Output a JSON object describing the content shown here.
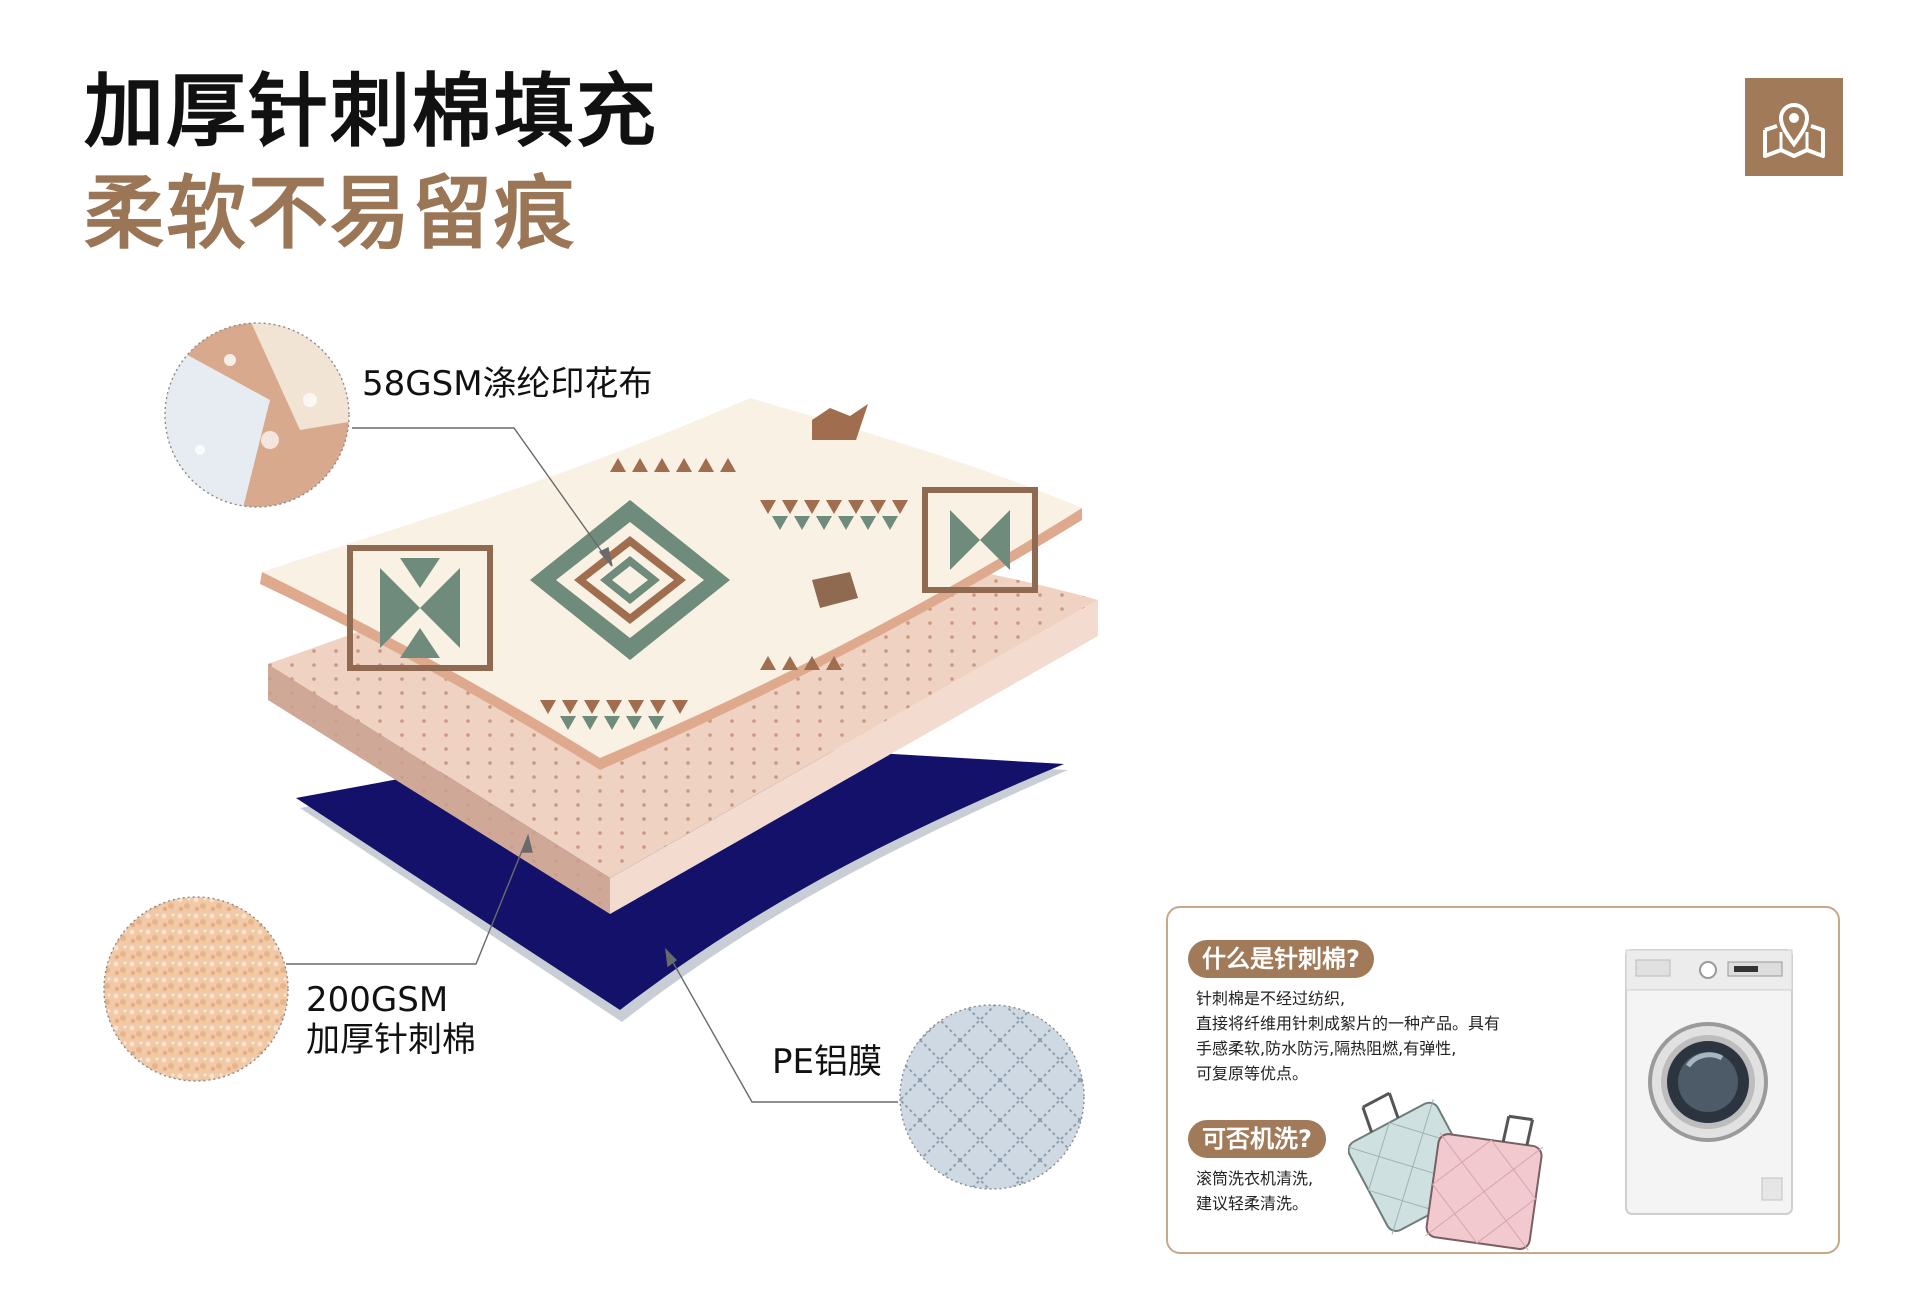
{
  "header": {
    "title": "加厚针刺棉填充",
    "subtitle": "柔软不易留痕"
  },
  "brand": {
    "icon": "map-book-icon",
    "accent_color": "#a17a59",
    "title_color": "#111111",
    "subtitle_color": "#9a7657"
  },
  "layers": {
    "top_fabric_label": "58GSM涤纶印花布",
    "padding_label_line1": "200GSM",
    "padding_label_line2": "加厚针刺棉",
    "bottom_film_label": "PE铝膜"
  },
  "info": {
    "q1": "什么是针刺棉?",
    "a1_line1": "针刺棉是不经过纺织,",
    "a1_line2": "直接将纤维用针刺成絮片的一种产品。具有",
    "a1_line3": "手感柔软,防水防污,隔热阻燃,有弹性,",
    "a1_line4": "可复原等优点。",
    "q2": "可否机洗?",
    "a2_line1": "滚筒洗衣机清洗,",
    "a2_line2": "建议轻柔清洗。"
  }
}
